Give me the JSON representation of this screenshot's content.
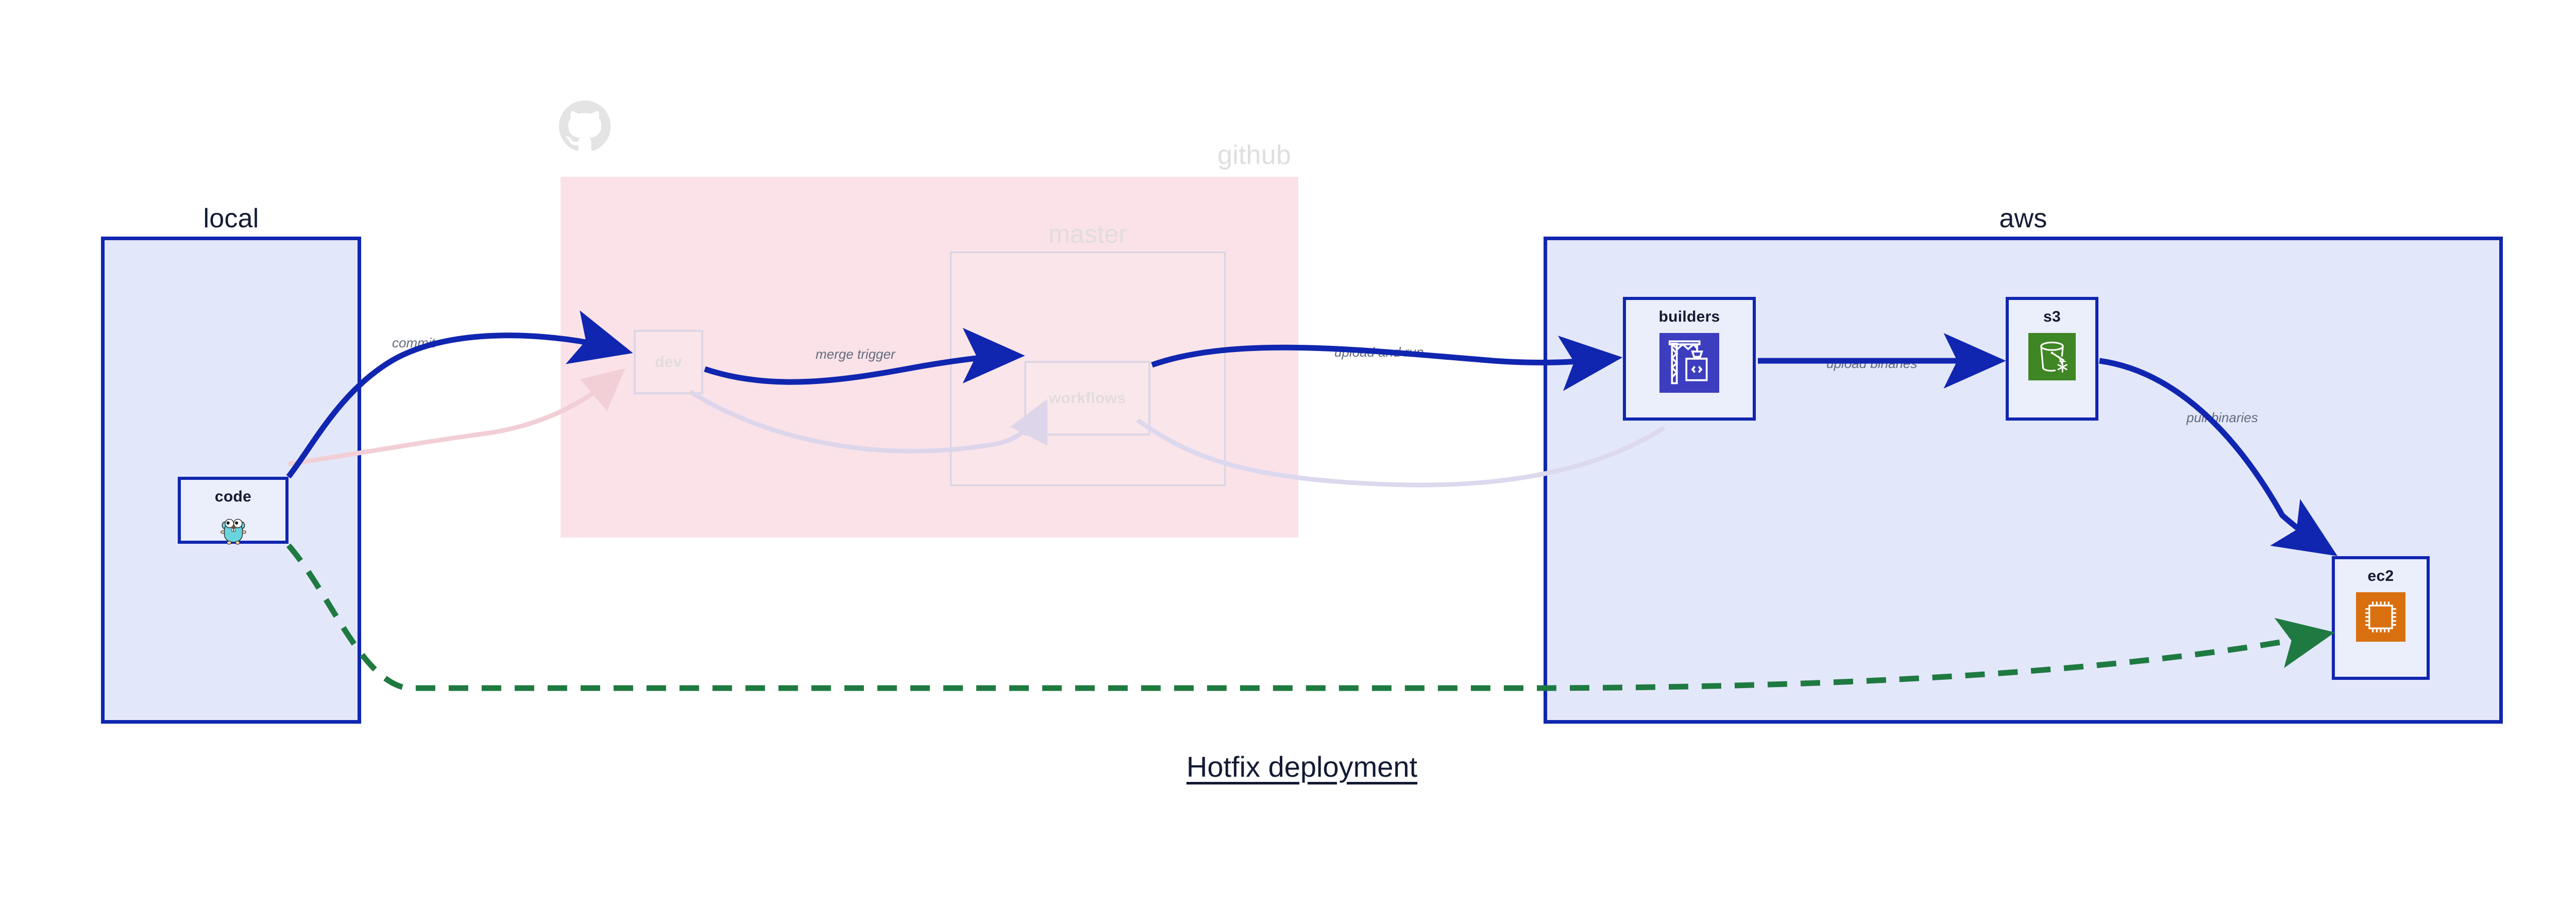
{
  "title": "Hotfix deployment",
  "groups": [
    {
      "id": "local",
      "label": "local",
      "style": "solid",
      "title_align": "center"
    },
    {
      "id": "github",
      "label": "github",
      "style": "faded",
      "title_align": "right"
    },
    {
      "id": "aws",
      "label": "aws",
      "style": "solid",
      "title_align": "center"
    }
  ],
  "subgroups": [
    {
      "id": "master",
      "label": "master",
      "parent": "github",
      "style": "faded"
    }
  ],
  "nodes": [
    {
      "id": "code",
      "label": "code",
      "group": "local",
      "icon": "go-gopher-icon",
      "state": "active"
    },
    {
      "id": "dev",
      "label": "dev",
      "group": "github",
      "icon": null,
      "state": "faded"
    },
    {
      "id": "workflows",
      "label": "workflows",
      "group": "master",
      "icon": null,
      "state": "faded"
    },
    {
      "id": "builders",
      "label": "builders",
      "group": "aws",
      "icon": "aws-codebuild-icon",
      "state": "active"
    },
    {
      "id": "s3",
      "label": "s3",
      "group": "aws",
      "icon": "aws-s3-icon",
      "state": "active"
    },
    {
      "id": "ec2",
      "label": "ec2",
      "group": "aws",
      "icon": "aws-ec2-icon",
      "state": "active"
    }
  ],
  "edges": [
    {
      "id": "commit",
      "from": "code",
      "to": "dev",
      "label": "commit",
      "style": "solid",
      "color": "#1026B0"
    },
    {
      "id": "merge-trigger",
      "from": "dev",
      "to": "workflows",
      "label": "merge trigger",
      "style": "solid",
      "color": "#1026B0"
    },
    {
      "id": "upload-and-run",
      "from": "workflows",
      "to": "builders",
      "label": "upload and run",
      "style": "solid",
      "color": "#1026B0"
    },
    {
      "id": "upload-binaries",
      "from": "builders",
      "to": "s3",
      "label": "upload binaries",
      "style": "solid",
      "color": "#1026B0"
    },
    {
      "id": "pull-binaries",
      "from": "s3",
      "to": "ec2",
      "label": "pull binaries",
      "style": "solid",
      "color": "#1026B0"
    },
    {
      "id": "hotfix-direct",
      "from": "code",
      "to": "ec2",
      "label": "",
      "style": "dashed",
      "color": "#1F7A41"
    },
    {
      "id": "faded-code-dev",
      "from": "code",
      "to": "dev",
      "label": "",
      "style": "faded",
      "color": "#f2cfd6"
    },
    {
      "id": "faded-dev-wf",
      "from": "dev",
      "to": "workflows",
      "label": "",
      "style": "faded",
      "color": "#ddd6ea"
    },
    {
      "id": "faded-wf-build",
      "from": "workflows",
      "to": "builders",
      "label": "",
      "style": "faded",
      "color": "#dcd8ee"
    }
  ],
  "colors": {
    "group_border": "#1026B0",
    "group_fill": "#E3E7FA",
    "github_fill": "#FAE2E8",
    "node_fill": "#EBEEFB",
    "edge_blue": "#1026B0",
    "edge_green": "#1F7A41",
    "label_gray": "#636b7e",
    "title_dark": "#131a33",
    "codebuild_purple": "#3C3DBF",
    "s3_green": "#3F8624",
    "ec2_orange": "#D9700F",
    "gopher_cyan": "#69D3DE"
  },
  "decorations": [
    {
      "id": "github-octocat-logo",
      "type": "logo",
      "name": "github-octocat-icon",
      "state": "faded"
    }
  ]
}
